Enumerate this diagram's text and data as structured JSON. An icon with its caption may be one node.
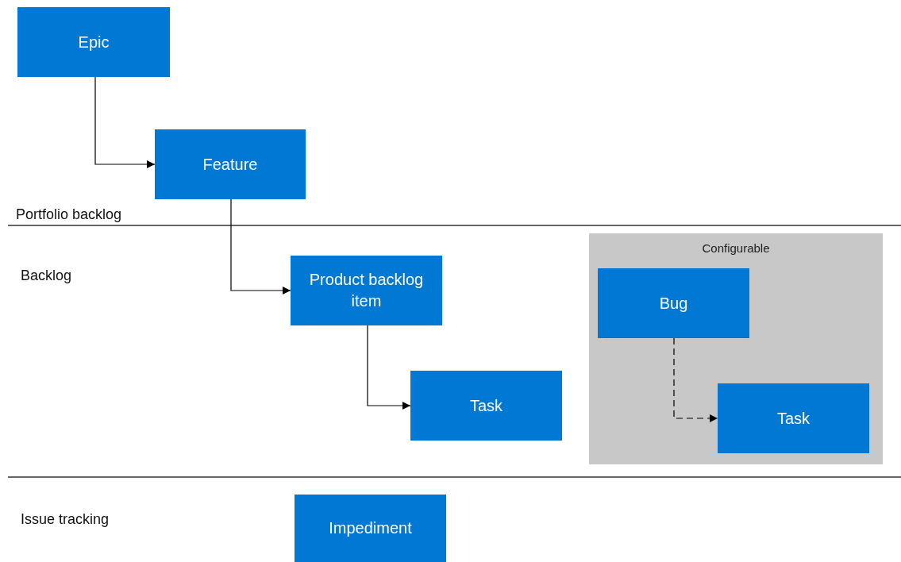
{
  "diagram": {
    "nodes": [
      {
        "text": [
          "Epic"
        ]
      },
      {
        "text": [
          "Feature"
        ]
      },
      {
        "text": [
          "Product backlog item"
        ]
      },
      {
        "text": [
          "Task"
        ]
      },
      {
        "text": [
          "Configurable"
        ]
      },
      {
        "text": [
          "Bug"
        ],
        "in": 4
      },
      {
        "text": [
          "Task"
        ],
        "in": 4
      },
      {
        "text": [
          "Impediment"
        ]
      }
    ],
    "edges": [
      {
        "from": 0,
        "to": 1,
        "arrow": "to"
      },
      {
        "from": 1,
        "to": 2,
        "arrow": "to"
      },
      {
        "from": 2,
        "to": 3,
        "arrow": "to"
      },
      {
        "from": 5,
        "to": 6,
        "arrow": "to",
        "style": "dashed"
      }
    ],
    "labels": [
      "Portfolio backlog",
      "Backlog",
      "Issue tracking"
    ]
  }
}
